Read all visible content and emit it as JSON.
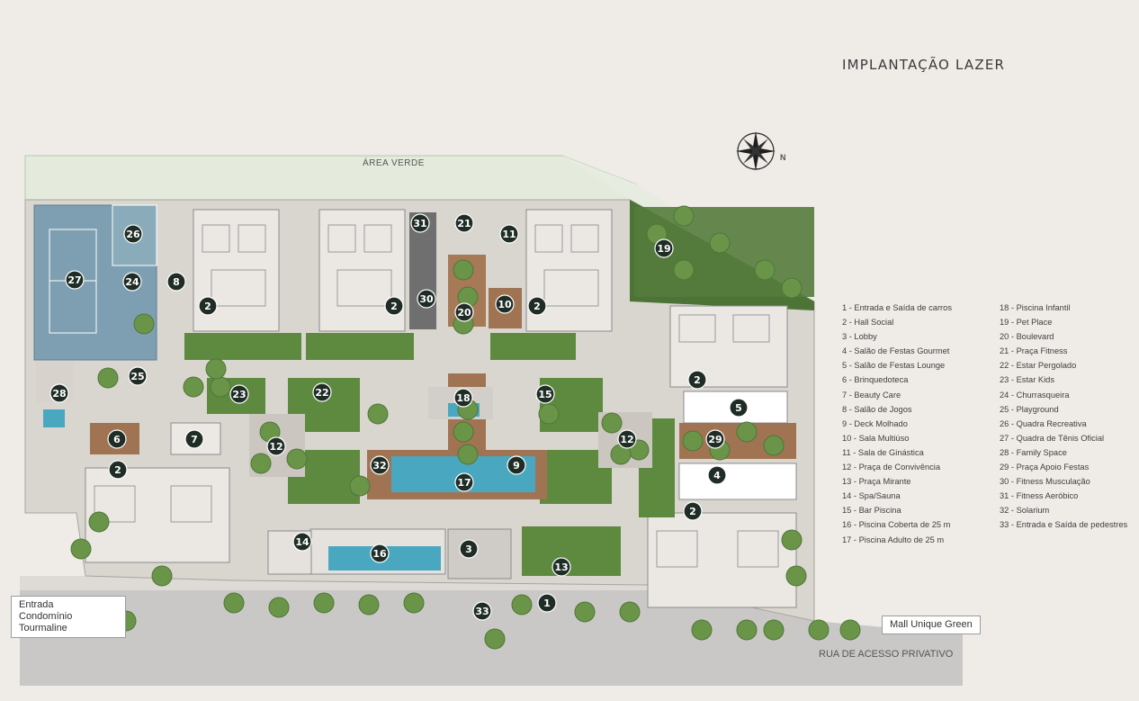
{
  "title": "IMPLANTAÇÃO LAZER",
  "map": {
    "area_label": "ÁREA VERDE",
    "street_label": "RUA DE ACESSO PRIVATIVO",
    "north_label": "N",
    "entrance_label": [
      "Entrada",
      "Condomínio Tourmaline"
    ],
    "mall_label": "Mall Unique Green",
    "markers": [
      "1",
      "2",
      "2",
      "2",
      "2",
      "2",
      "2",
      "3",
      "4",
      "5",
      "6",
      "7",
      "8",
      "9",
      "10",
      "11",
      "12",
      "12",
      "13",
      "14",
      "15",
      "16",
      "17",
      "18",
      "19",
      "20",
      "21",
      "22",
      "23",
      "24",
      "25",
      "26",
      "27",
      "28",
      "29",
      "30",
      "31",
      "32",
      "33"
    ]
  },
  "legend": {
    "left": [
      "1 - Entrada e Saída de carros",
      "2 - Hall Social",
      "3 - Lobby",
      "4 - Salão de Festas Gourmet",
      "5 - Salão de Festas Lounge",
      "6 - Brinquedoteca",
      "7 - Beauty Care",
      "8 - Salão de Jogos",
      "9 - Deck Molhado",
      "10 - Sala Multiúso",
      "11 - Sala de Ginástica",
      "12 - Praça de Convivência",
      "13 - Praça Mirante",
      "14 - Spa/Sauna",
      "15 - Bar Piscina",
      "16 - Piscina Coberta de 25 m",
      "17 - Piscina Adulto de 25 m"
    ],
    "right": [
      "18 - Piscina Infantil",
      "19 - Pet Place",
      "20 - Boulevard",
      "21 - Praça Fitness",
      "22 - Estar Pergolado",
      "23 - Estar Kids",
      "24 - Churrasqueira",
      "25 - Playground",
      "26 - Quadra Recreativa",
      "27 - Quadra de Tênis Oficial",
      "28 - Family Space",
      "29 - Praça Apoio Festas",
      "30 - Fitness Musculação",
      "31 - Fitness Aeróbico",
      "32 - Solarium",
      "33 - Entrada e Saída de pedestres"
    ]
  },
  "colors": {
    "background": "#efebe7",
    "marker": "#1f2d26",
    "green_area": "#e4ebdc",
    "garden": "#567d3c",
    "pavement": "#d3cfca",
    "court": "#7e9fb1",
    "water": "#4aa8c0",
    "deck": "#a07452",
    "street": "#c6c5c3"
  }
}
